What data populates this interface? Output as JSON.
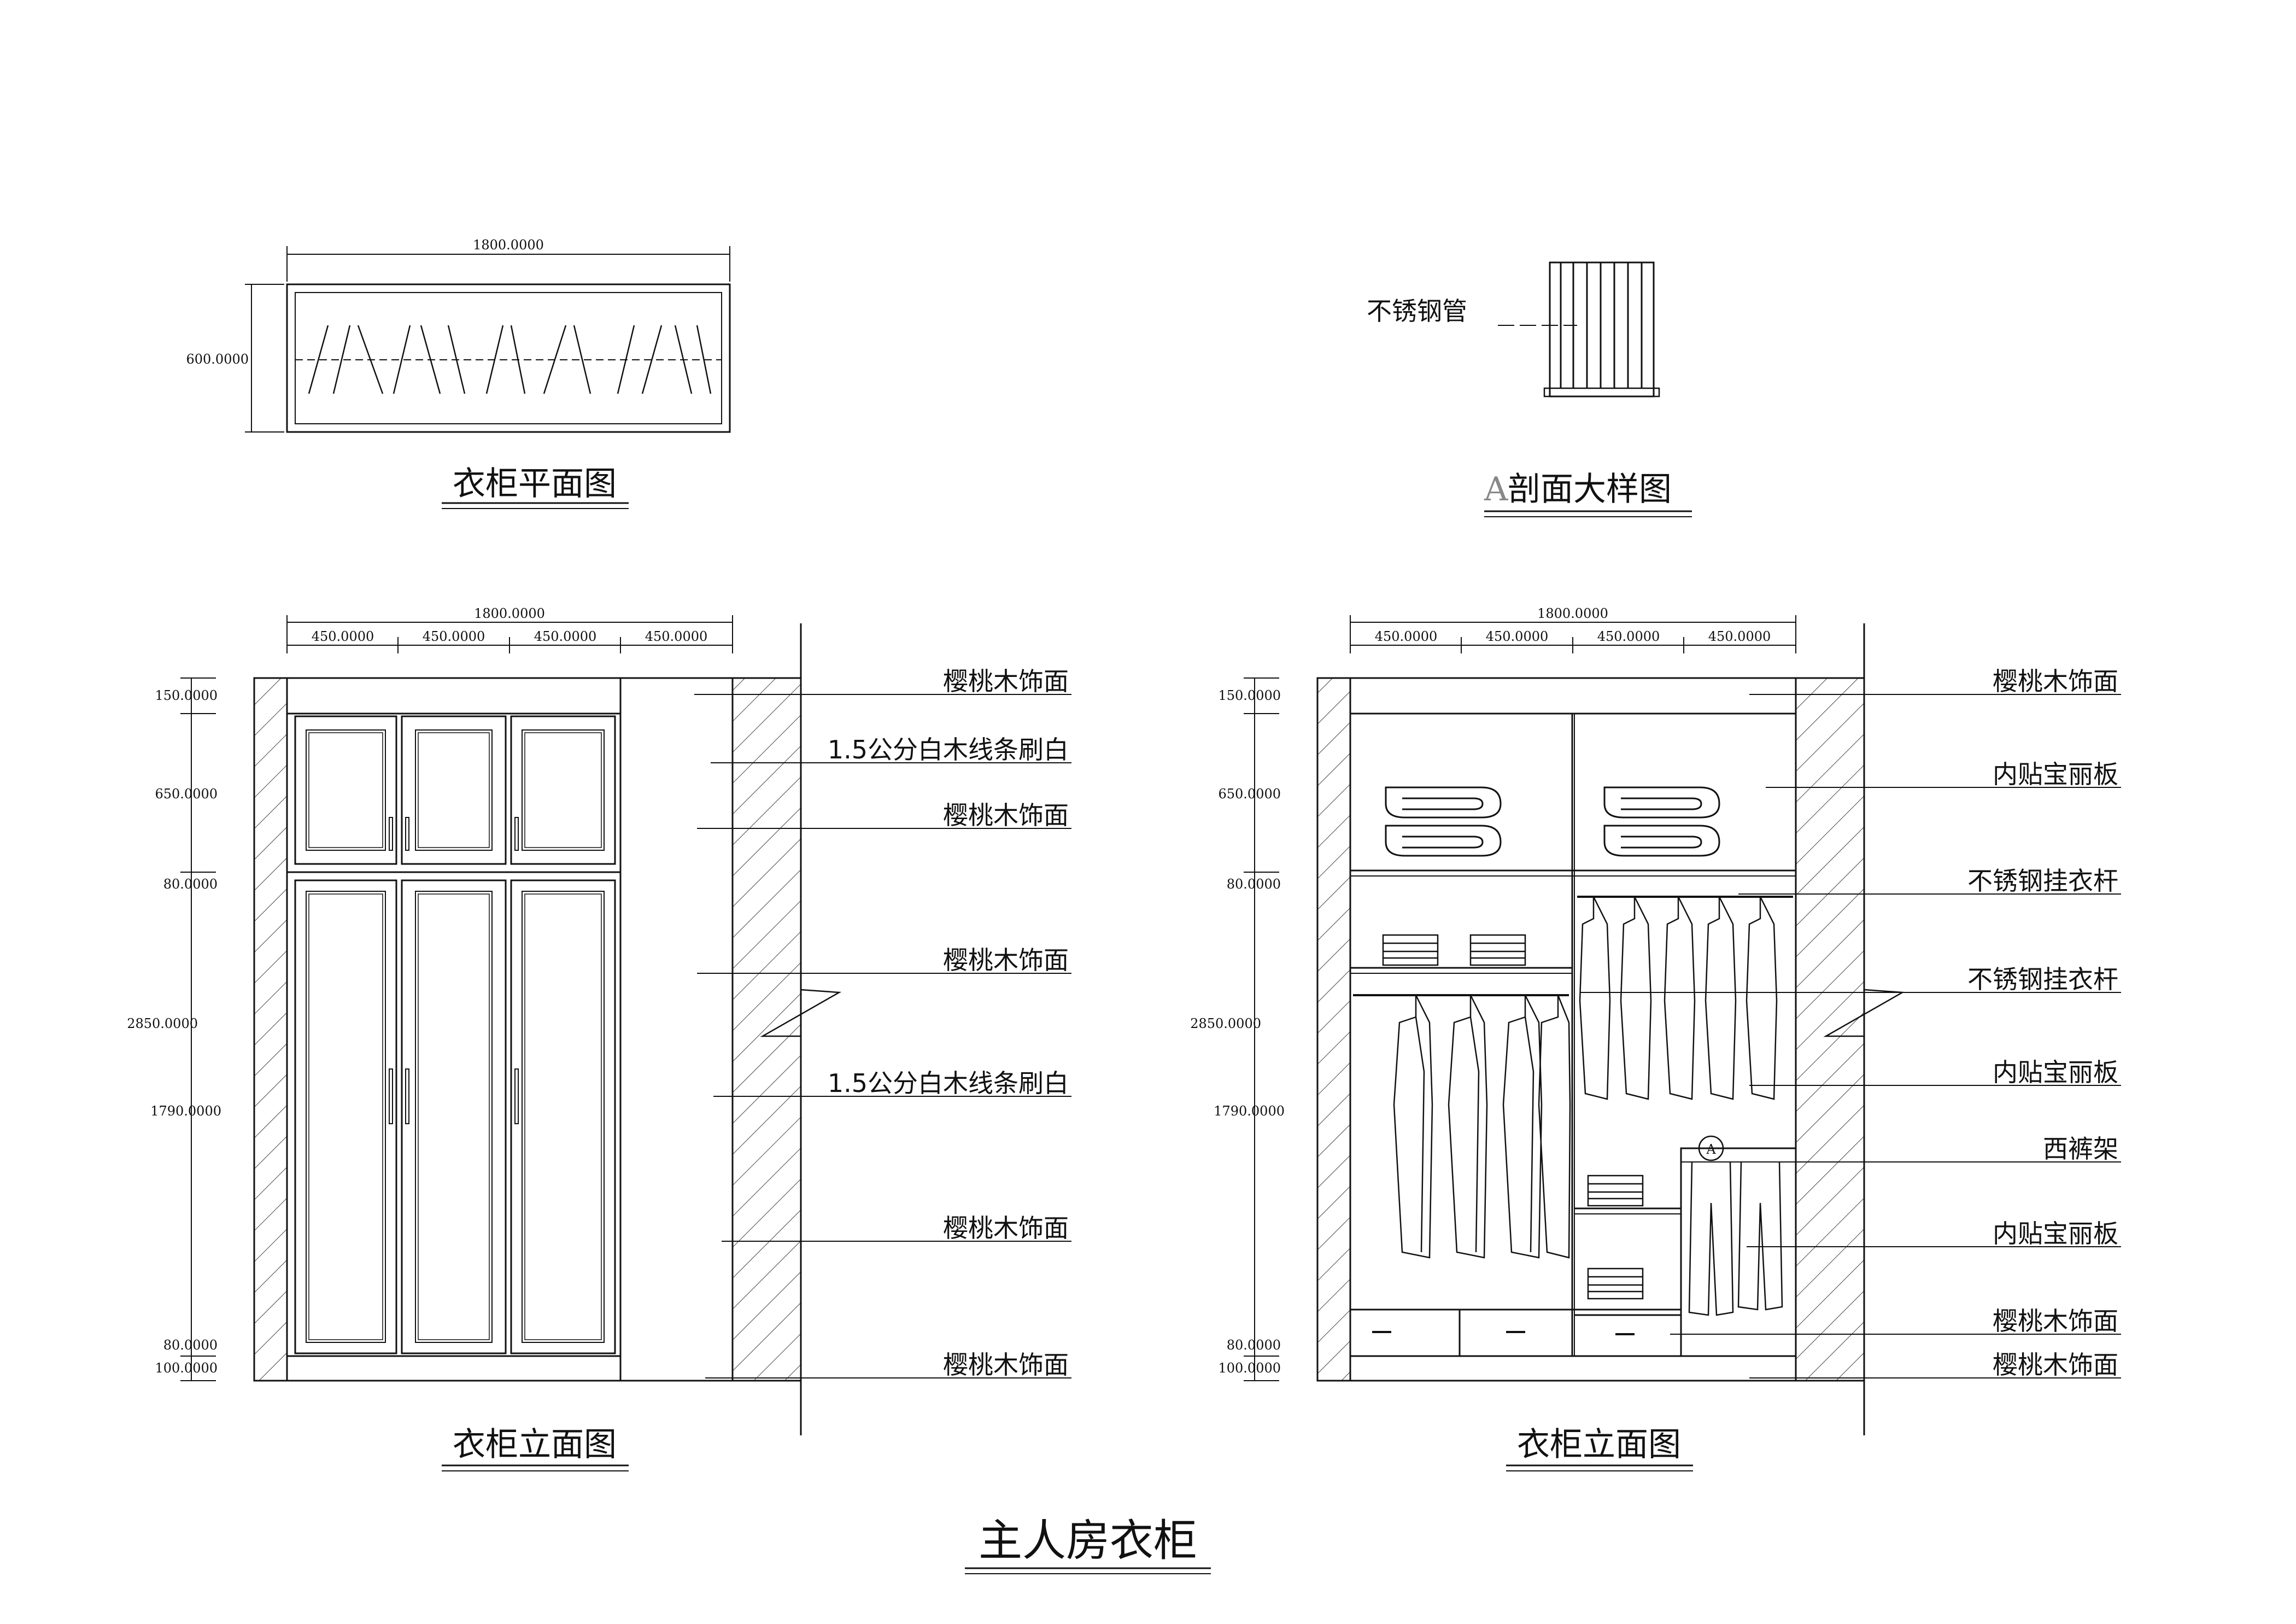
{
  "main_title": "主人房衣柜",
  "plan": {
    "title": "衣柜平面图",
    "width_dim": "1800.0000",
    "depth_dim": "600.0000"
  },
  "section": {
    "title_prefix": "A",
    "title": "剖面大样图",
    "label": "不锈钢管"
  },
  "left_elevation": {
    "title": "衣柜立面图",
    "total_width": "1800.0000",
    "col_widths": [
      "450.0000",
      "450.0000",
      "450.0000",
      "450.0000"
    ],
    "heights": [
      "150.0000",
      "650.0000",
      "80.0000",
      "2850.0000",
      "1790.0000",
      "80.0000",
      "100.0000"
    ],
    "labels": [
      "樱桃木饰面",
      "1.5公分白木线条刷白",
      "樱桃木饰面",
      "樱桃木饰面",
      "1.5公分白木线条刷白",
      "樱桃木饰面",
      "樱桃木饰面"
    ]
  },
  "right_elevation": {
    "title": "衣柜立面图",
    "total_width": "1800.0000",
    "col_widths": [
      "450.0000",
      "450.0000",
      "450.0000",
      "450.0000"
    ],
    "heights": [
      "150.0000",
      "650.0000",
      "80.0000",
      "2850.0000",
      "1790.0000",
      "80.0000",
      "100.0000"
    ],
    "detail_marker": "A",
    "labels": [
      "樱桃木饰面",
      "内贴宝丽板",
      "不锈钢挂衣杆",
      "不锈钢挂衣杆",
      "内贴宝丽板",
      "西裤架",
      "内贴宝丽板",
      "樱桃木饰面",
      "樱桃木饰面"
    ]
  }
}
